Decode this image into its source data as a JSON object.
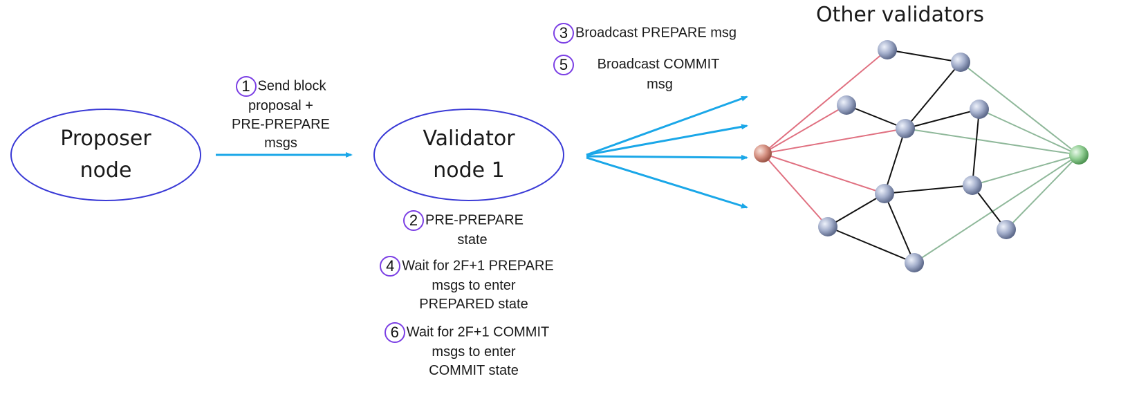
{
  "nodes": {
    "proposer_line1": "Proposer",
    "proposer_line2": "node",
    "validator_line1": "Validator",
    "validator_line2": "node 1"
  },
  "network_title": "Other validators",
  "steps": [
    {
      "num": "1",
      "lines": [
        "Send block",
        "proposal +",
        "PRE-PREPARE",
        "msgs"
      ]
    },
    {
      "num": "2",
      "lines": [
        "PRE-PREPARE",
        "state"
      ]
    },
    {
      "num": "3",
      "lines": [
        "Broadcast PREPARE msg"
      ]
    },
    {
      "num": "4",
      "lines": [
        "Wait for 2F+1 PREPARE",
        "msgs to enter",
        "PREPARED state"
      ]
    },
    {
      "num": "5",
      "lines": [
        "Broadcast COMMIT",
        "msg"
      ]
    },
    {
      "num": "6",
      "lines": [
        "Wait for 2F+1 COMMIT",
        "msgs to enter",
        "COMMIT state"
      ]
    }
  ],
  "colors": {
    "ellipse_stroke": "#3a3ad6",
    "arrow": "#1aa7e8",
    "badge_stroke": "#7b3fe4",
    "node_fill": "#9aa6c4",
    "red_node": "#d48a7c",
    "green_node": "#8cc98e",
    "red_edge": "#e07080",
    "green_edge": "#8fb89a",
    "black_edge": "#111111"
  }
}
